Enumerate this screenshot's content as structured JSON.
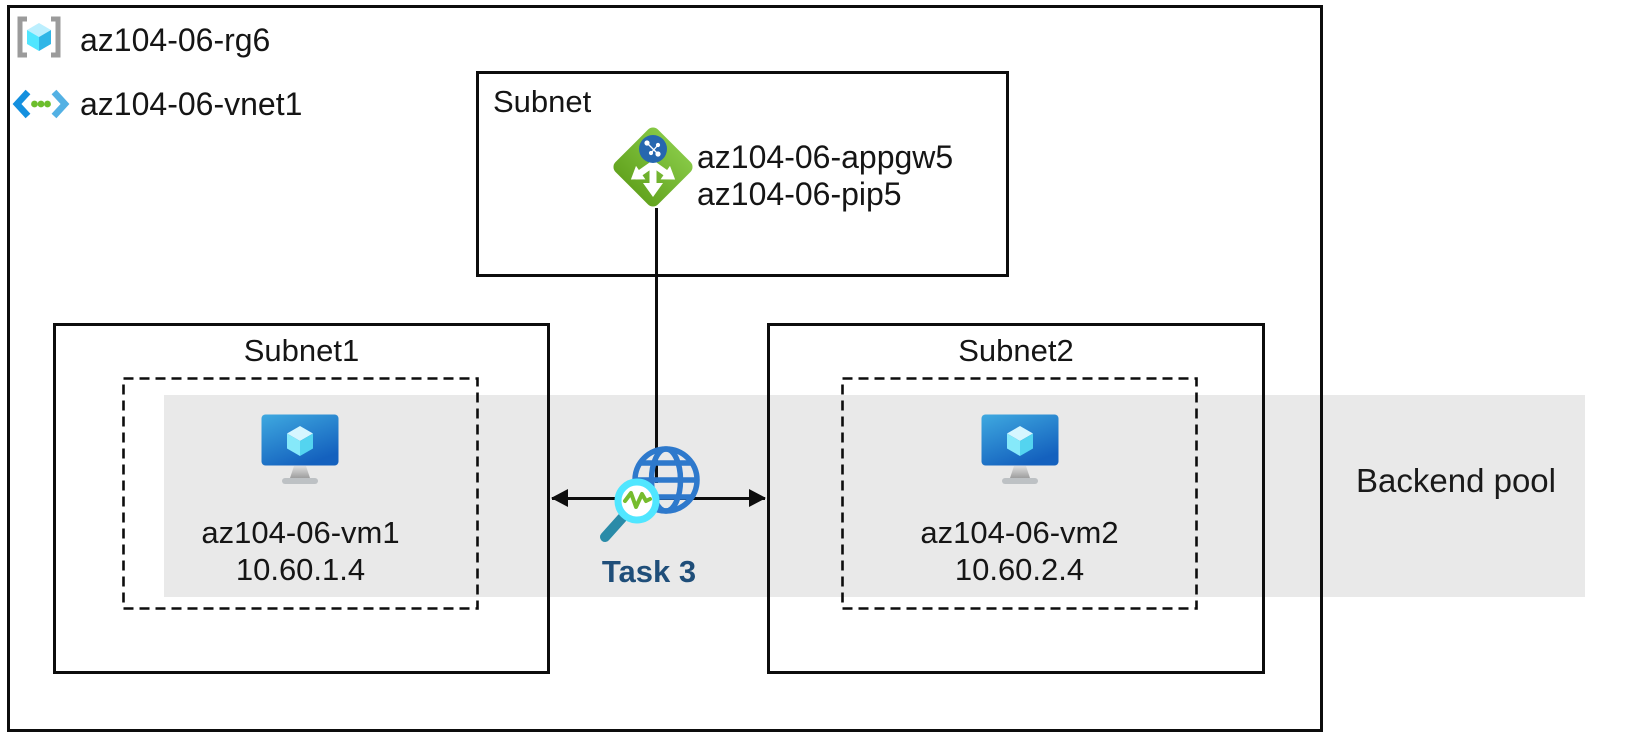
{
  "diagram": {
    "resource_group": {
      "label": "az104-06-rg6"
    },
    "virtual_network": {
      "label": "az104-06-vnet1"
    },
    "gateway_subnet": {
      "title": "Subnet",
      "app_gateway_name": "az104-06-appgw5",
      "public_ip_name": "az104-06-pip5"
    },
    "subnet1": {
      "title": "Subnet1",
      "vm_name": "az104-06-vm1",
      "vm_ip": "10.60.1.4"
    },
    "subnet2": {
      "title": "Subnet2",
      "vm_name": "az104-06-vm2",
      "vm_ip": "10.60.2.4"
    },
    "task": {
      "label": "Task 3"
    },
    "backend_pool": {
      "label": "Backend pool"
    },
    "colors": {
      "band_gray": "#E9E9E9",
      "line_black": "#0D0D0D",
      "task_label_blue": "#1F4E79",
      "app_gateway_green": "#76BC2D",
      "app_gateway_globe_blue": "#2667AF",
      "globe_blue": "#2E79CC",
      "magnifier_ring_cyan": "#50E6FF",
      "pulse_green": "#76BC2D",
      "handle_teal": "#2A8BA8",
      "vm_screen_gradient_top": "#3FA9E0",
      "vm_screen_gradient_bottom": "#1461BE",
      "cube_cyan": "#50E6FF",
      "rg_bracket_gray": "#9B9B9B",
      "vnet_chevron_left_blue": "#1490DF",
      "vnet_chevron_right_blue": "#53B1E4",
      "vnet_dot_green": "#6CBE2C"
    }
  }
}
